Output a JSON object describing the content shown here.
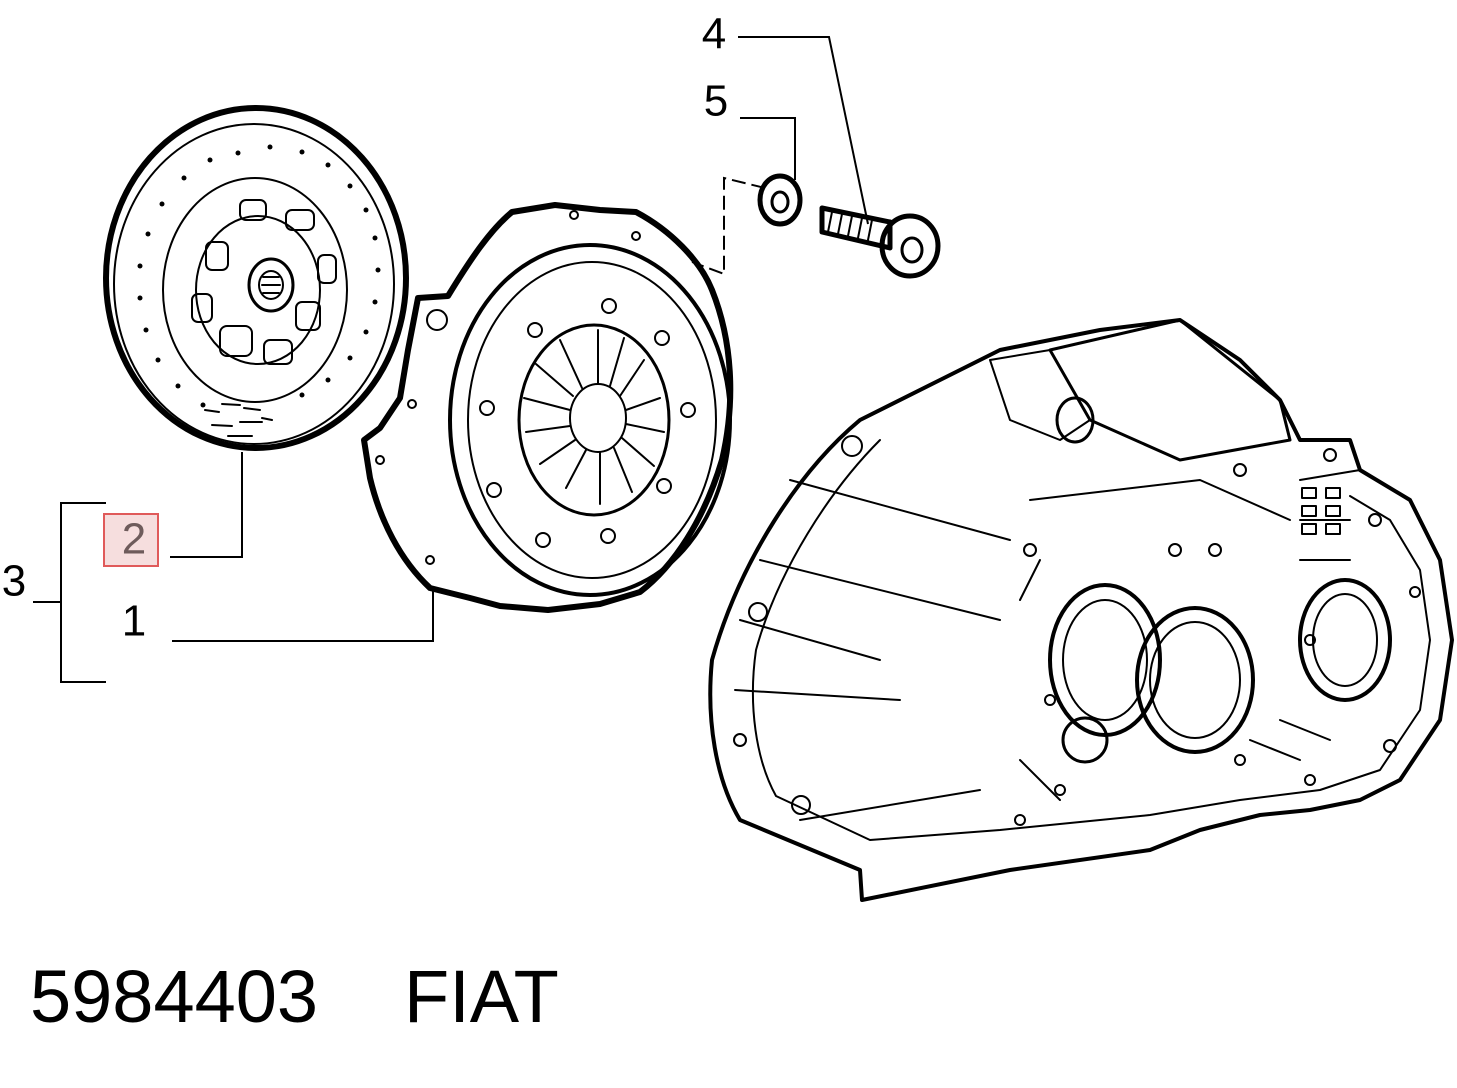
{
  "callouts": {
    "c1": "1",
    "c2": "2",
    "c3": "3",
    "c4": "4",
    "c5": "5"
  },
  "highlight": {
    "callout": "2",
    "fill_color": "#f6dede",
    "border_color": "#e05a5a"
  },
  "footer": {
    "part_number": "5984403",
    "brand": "FIAT"
  }
}
